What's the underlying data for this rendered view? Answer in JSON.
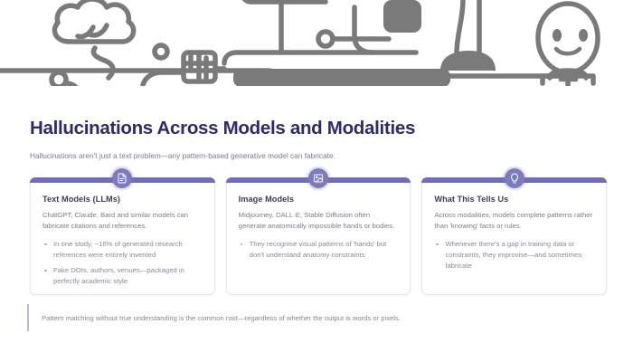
{
  "hero": {
    "alt": "line-art illustration of a person at a desk with cloud and devices",
    "stroke_color": "#7a7a7a"
  },
  "header": {
    "title": "Hallucinations Across Models and Modalities",
    "subtitle": "Hallucinations aren't just a text problem—any pattern-based generative model can fabricate.",
    "title_color": "#2E2A6E"
  },
  "theme": {
    "accent": "#6F6FB5",
    "badge": "#7b7bbd",
    "card_border": "#e6e6ee",
    "callout_bar": "#b9b9e0"
  },
  "cards": [
    {
      "icon": "document-icon",
      "title": "Text Models (LLMs)",
      "description": "ChatGPT, Claude, Bard and similar models can fabricate citations and references.",
      "bullets": [
        "In one study, ~16% of generated research references were entirely invented",
        "Fake DOIs, authors, venues—packaged in perfectly academic style"
      ]
    },
    {
      "icon": "image-icon",
      "title": "Image Models",
      "description": "Midjourney, DALL·E, Stable Diffusion often generate anatomically impossible hands or bodies.",
      "bullets": [
        "They recognise visual patterns of 'hands' but don't understand anatomy constraints"
      ]
    },
    {
      "icon": "lightbulb-icon",
      "title": "What This Tells Us",
      "description": "Across modalities, models complete patterns rather than 'knowing' facts or rules.",
      "bullets": [
        "Whenever there's a gap in training data or constraints, they improvise—and sometimes fabricate"
      ]
    }
  ],
  "callout": {
    "text": "Pattern matching without true understanding is the common root—regardless of whether the output is words or pixels."
  }
}
